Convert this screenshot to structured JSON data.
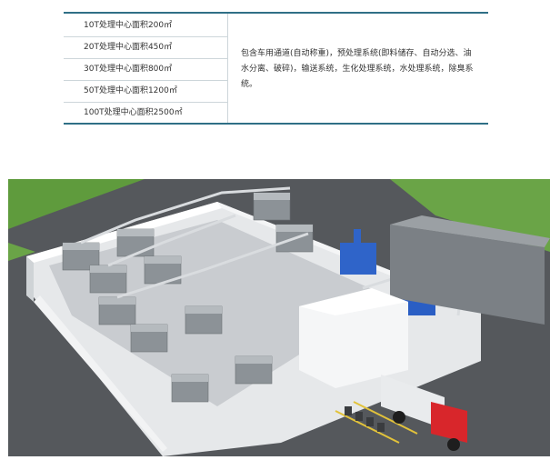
{
  "table": {
    "rows": [
      "10T处理中心面积200㎡",
      "20T处理中心面积450㎡",
      "30T处理中心面积800㎡",
      "50T处理中心面积1200㎡",
      "100T处理中心面积2500㎡"
    ],
    "description": "包含车用通道(自动称重)，预处理系统(即料储存、自动分选、油水分离、破碎)，输送系统，生化处理系统，水处理系统，除臭系统。"
  }
}
